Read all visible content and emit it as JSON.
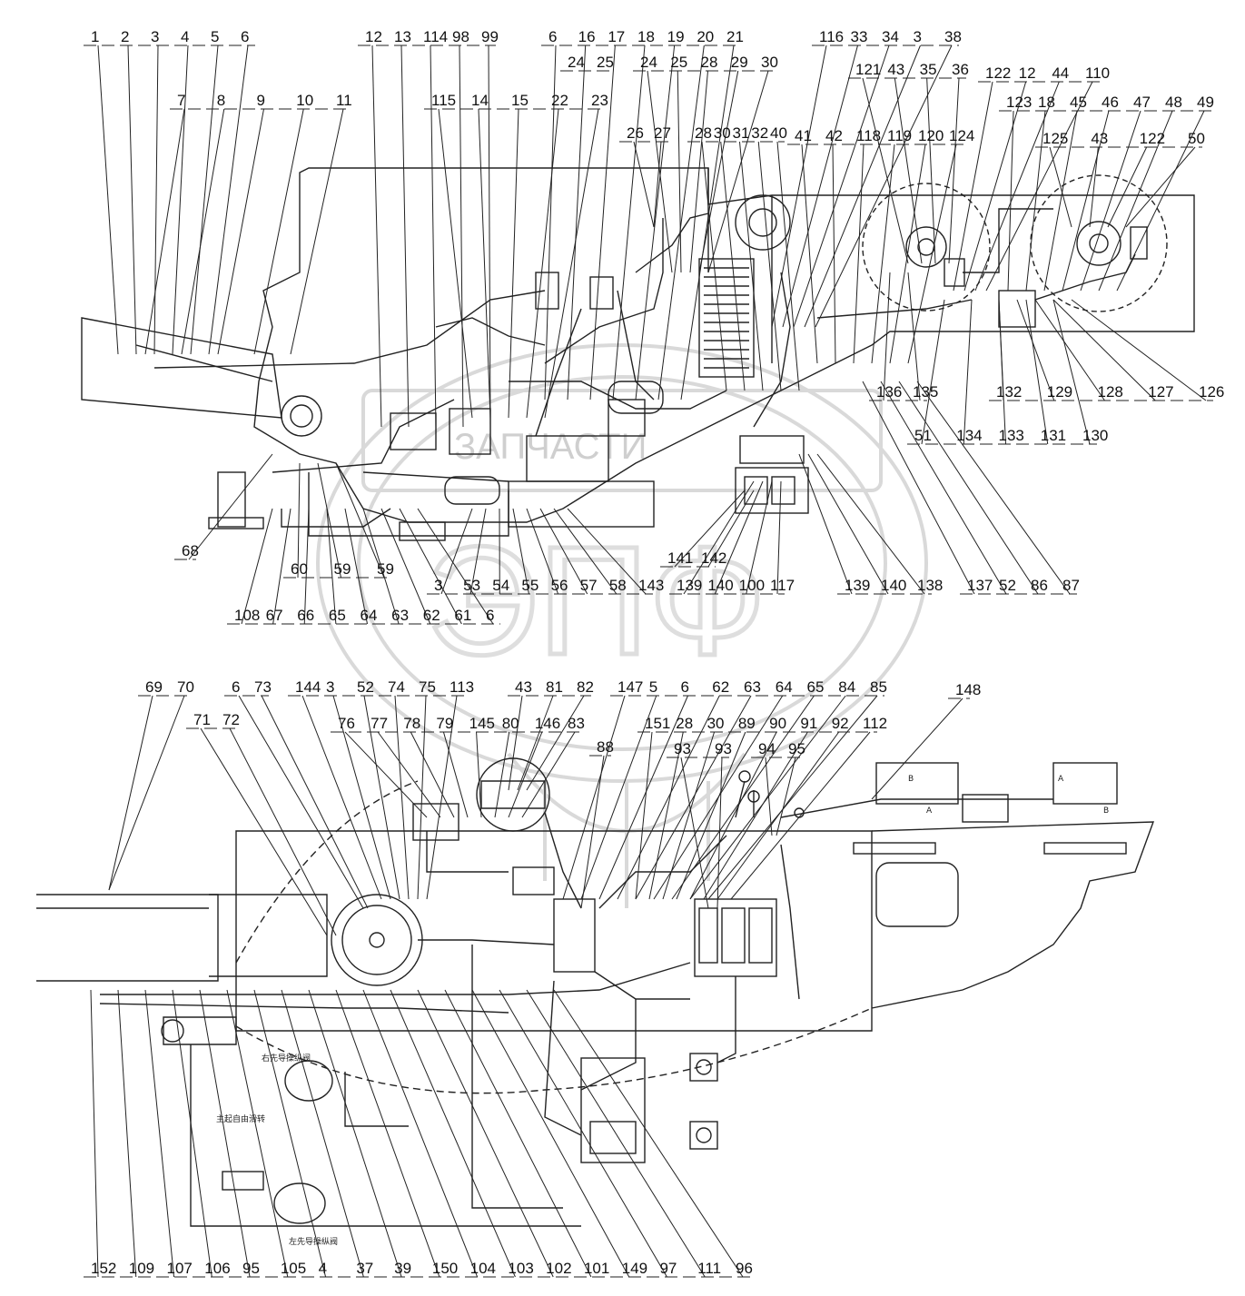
{
  "watermark": {
    "logo_text": "ЭПФ",
    "band_text": "ЗАПЧАСТИ"
  },
  "labels_top": [
    "1",
    "2",
    "3",
    "4",
    "5",
    "6",
    "12",
    "13",
    "114",
    "98",
    "99",
    "6",
    "16",
    "17",
    "18",
    "19",
    "20",
    "21",
    "24",
    "25",
    "24",
    "25",
    "28",
    "29",
    "30",
    "116",
    "33",
    "34",
    "3",
    "38",
    "121",
    "43",
    "35",
    "36",
    "122",
    "12",
    "44",
    "110",
    "123",
    "18",
    "45",
    "46",
    "47",
    "48",
    "49",
    "7",
    "8",
    "9",
    "10",
    "11",
    "115",
    "14",
    "15",
    "22",
    "23",
    "26",
    "27",
    "28",
    "30",
    "31",
    "32",
    "40",
    "41",
    "42",
    "118",
    "119",
    "120",
    "124",
    "125",
    "43",
    "122",
    "50"
  ],
  "labels_mid": [
    "136",
    "135",
    "132",
    "129",
    "128",
    "127",
    "126",
    "51",
    "134",
    "133",
    "131",
    "130",
    "68",
    "60",
    "59",
    "59",
    "141",
    "142",
    "3",
    "53",
    "54",
    "55",
    "56",
    "57",
    "58",
    "143",
    "139",
    "140",
    "100",
    "117",
    "139",
    "140",
    "138",
    "137",
    "52",
    "86",
    "87",
    "108",
    "67",
    "66",
    "65",
    "64",
    "63",
    "62",
    "61",
    "6"
  ],
  "labels_lower": [
    "69",
    "70",
    "6",
    "73",
    "144",
    "3",
    "52",
    "74",
    "75",
    "113",
    "43",
    "81",
    "82",
    "147",
    "5",
    "6",
    "62",
    "63",
    "64",
    "65",
    "84",
    "85",
    "148",
    "71",
    "72",
    "76",
    "77",
    "78",
    "79",
    "145",
    "80",
    "146",
    "83",
    "88",
    "151",
    "28",
    "30",
    "89",
    "90",
    "91",
    "92",
    "112",
    "93",
    "93",
    "94",
    "95"
  ],
  "labels_bottom": [
    "152",
    "109",
    "107",
    "106",
    "95",
    "105",
    "4",
    "37",
    "39",
    "150",
    "104",
    "103",
    "102",
    "101",
    "149",
    "97",
    "111",
    "96"
  ],
  "annotations": [
    "右先导操纵阀",
    "左先导操纵阀",
    "主起自由滑转",
    "A",
    "B",
    "A",
    "B"
  ]
}
